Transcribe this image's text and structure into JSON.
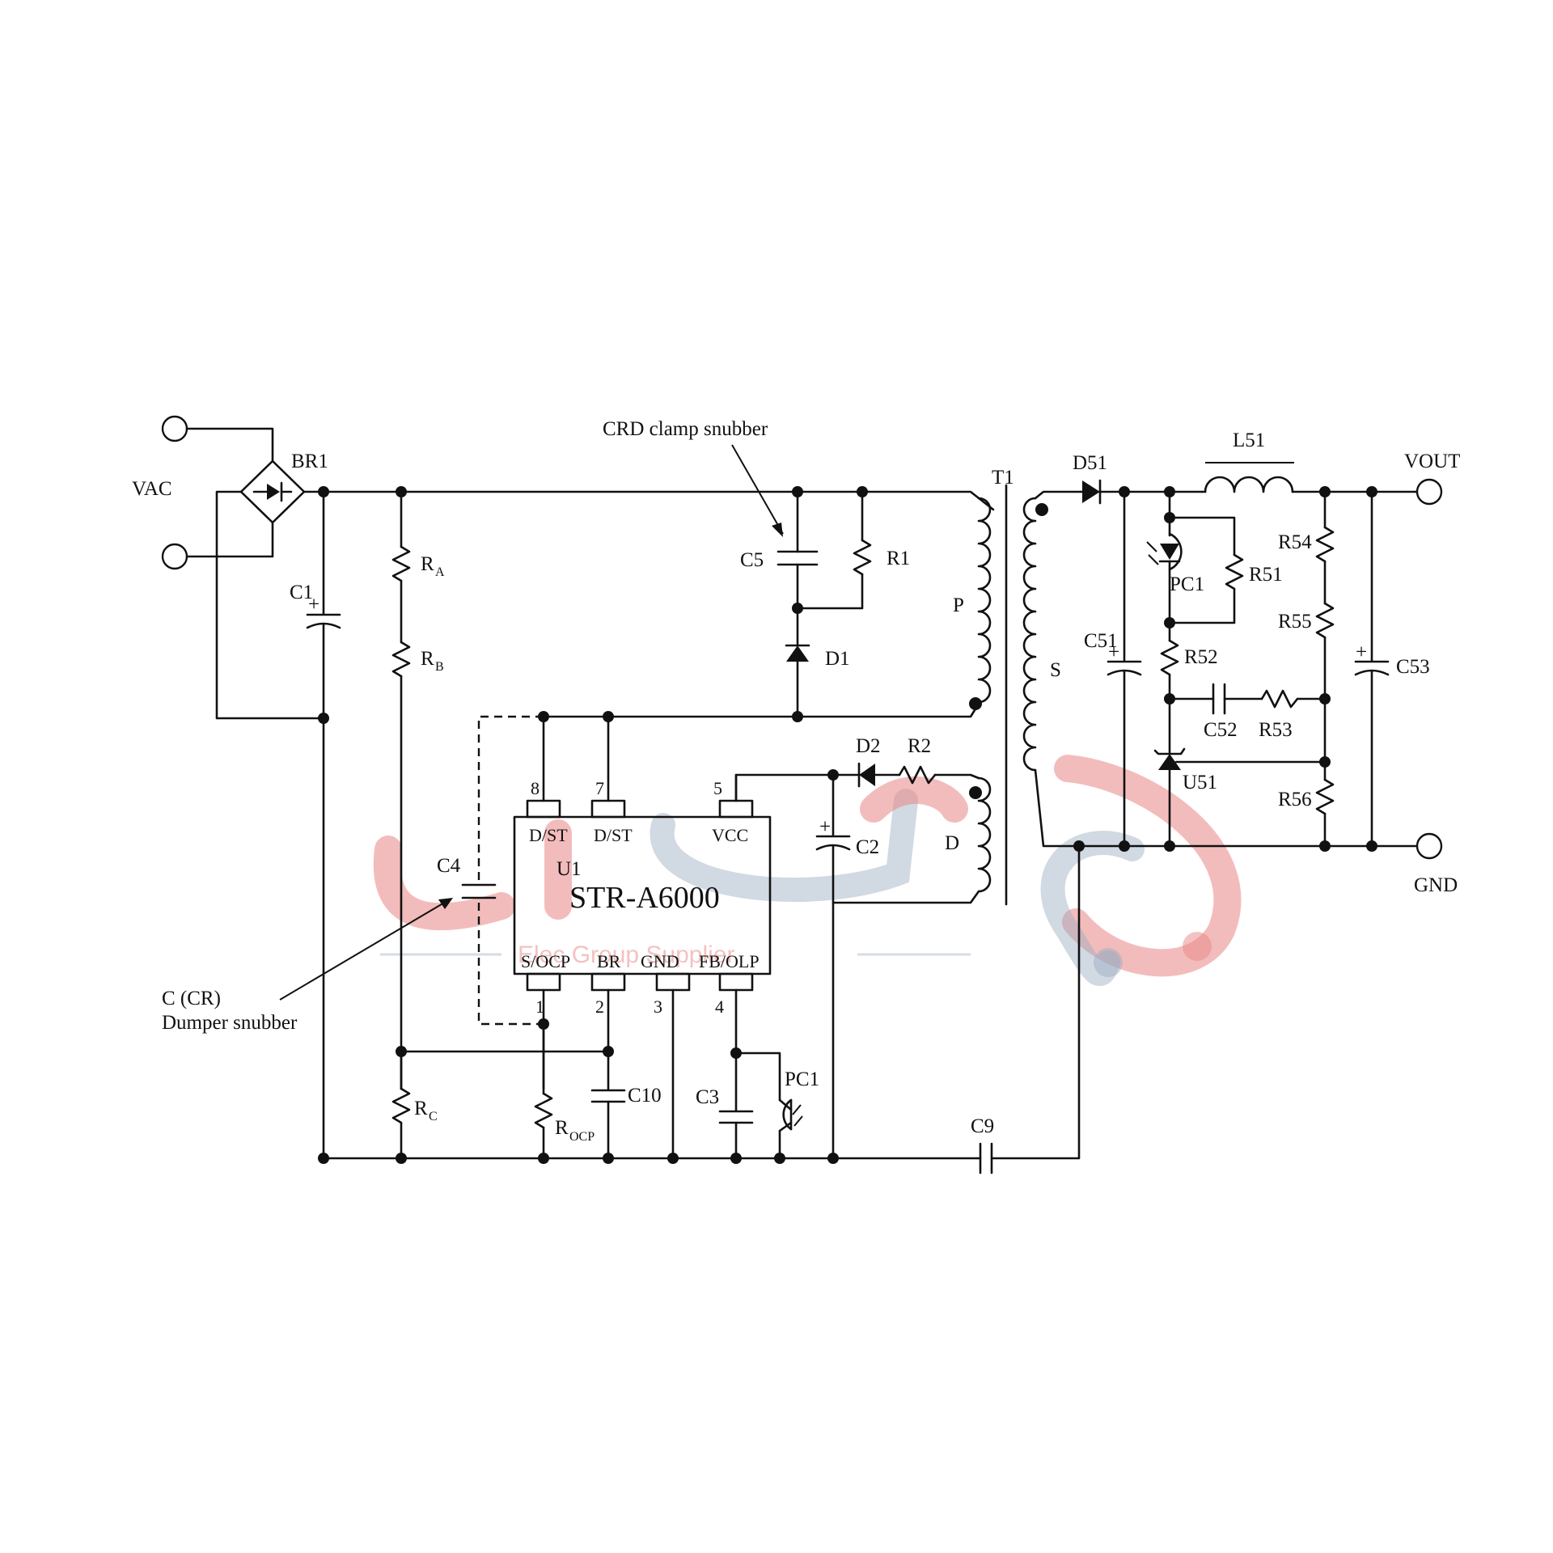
{
  "labels": {
    "vac": "VAC",
    "br1": "BR1",
    "c1": "C1",
    "ra": "R",
    "ra_sub": "A",
    "rb": "R",
    "rb_sub": "B",
    "rc": "R",
    "rc_sub": "C",
    "rocp": "R",
    "rocp_sub": "OCP",
    "crd": "CRD clamp snubber",
    "c5": "C5",
    "r1": "R1",
    "d1": "D1",
    "d2": "D2",
    "r2": "R2",
    "c2": "C2",
    "c3": "C3",
    "c4": "C4",
    "c9": "C9",
    "c10": "C10",
    "pc1": "PC1",
    "pc1_sec": "PC1",
    "t1": "T1",
    "p": "P",
    "s": "S",
    "d": "D",
    "d51": "D51",
    "l51": "L51",
    "vout": "VOUT",
    "gnd": "GND",
    "c51": "C51",
    "c52": "C52",
    "c53": "C53",
    "r51": "R51",
    "r52": "R52",
    "r53": "R53",
    "r54": "R54",
    "r55": "R55",
    "r56": "R56",
    "u51": "U51",
    "cr_line1": "C (CR)",
    "cr_line2": "Dumper snubber"
  },
  "ic": {
    "ref": "U1",
    "part": "STR-A6000",
    "pins_top": [
      {
        "num": "8",
        "name": "D/ST"
      },
      {
        "num": "7",
        "name": "D/ST"
      },
      {
        "num": "5",
        "name": "VCC"
      }
    ],
    "pins_bottom": [
      {
        "num": "1",
        "name": "S/OCP"
      },
      {
        "num": "2",
        "name": "BR"
      },
      {
        "num": "3",
        "name": "GND"
      },
      {
        "num": "4",
        "name": "FB/OLP"
      }
    ]
  },
  "watermark": {
    "text": "Elec Group Supplier"
  }
}
